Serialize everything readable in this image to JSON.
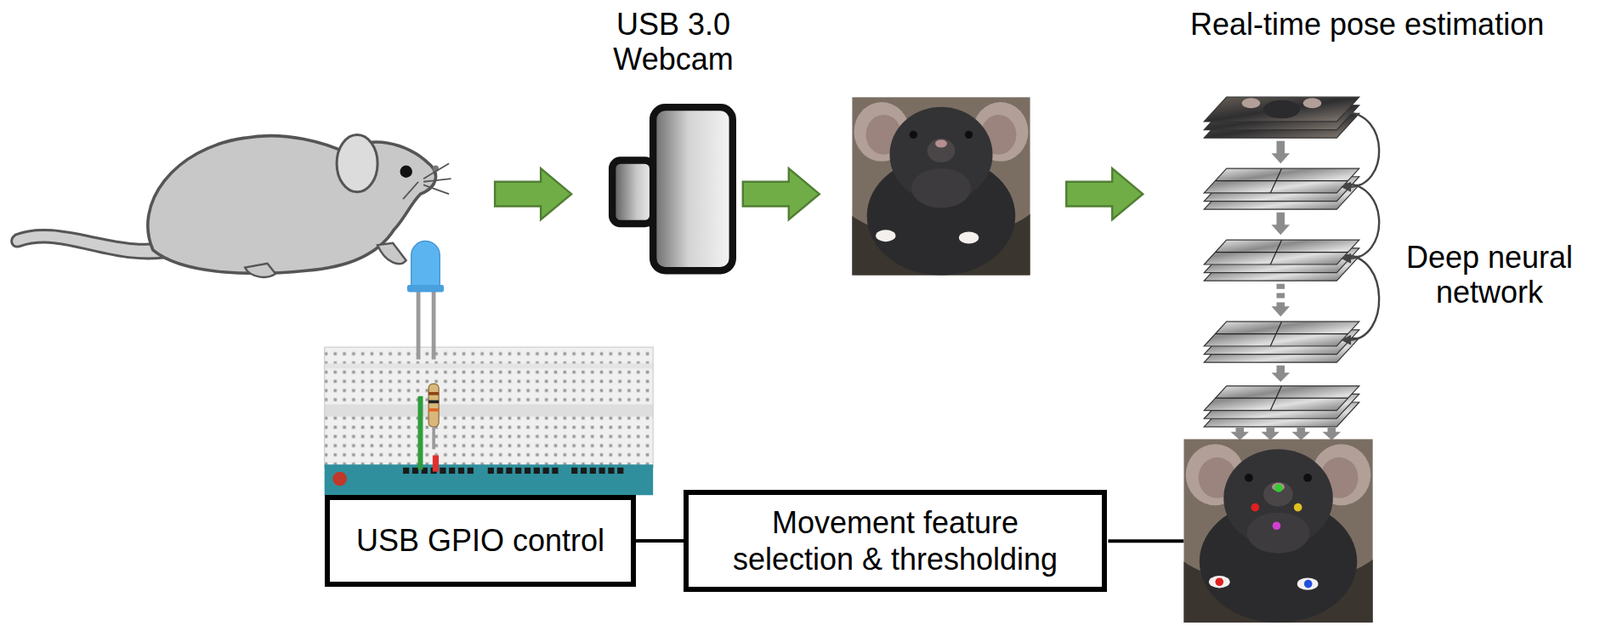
{
  "diagram": {
    "nodes": [
      {
        "text": [
          "USB GPIO control"
        ]
      },
      {
        "text": [
          "Movement feature selection & thresholding"
        ]
      }
    ],
    "edges": [
      {
        "from": 0,
        "to": 1,
        "arrow": "none"
      }
    ],
    "labels": [
      "USB 3.0 Webcam",
      "Real-time pose estimation",
      "Deep neural network"
    ]
  }
}
